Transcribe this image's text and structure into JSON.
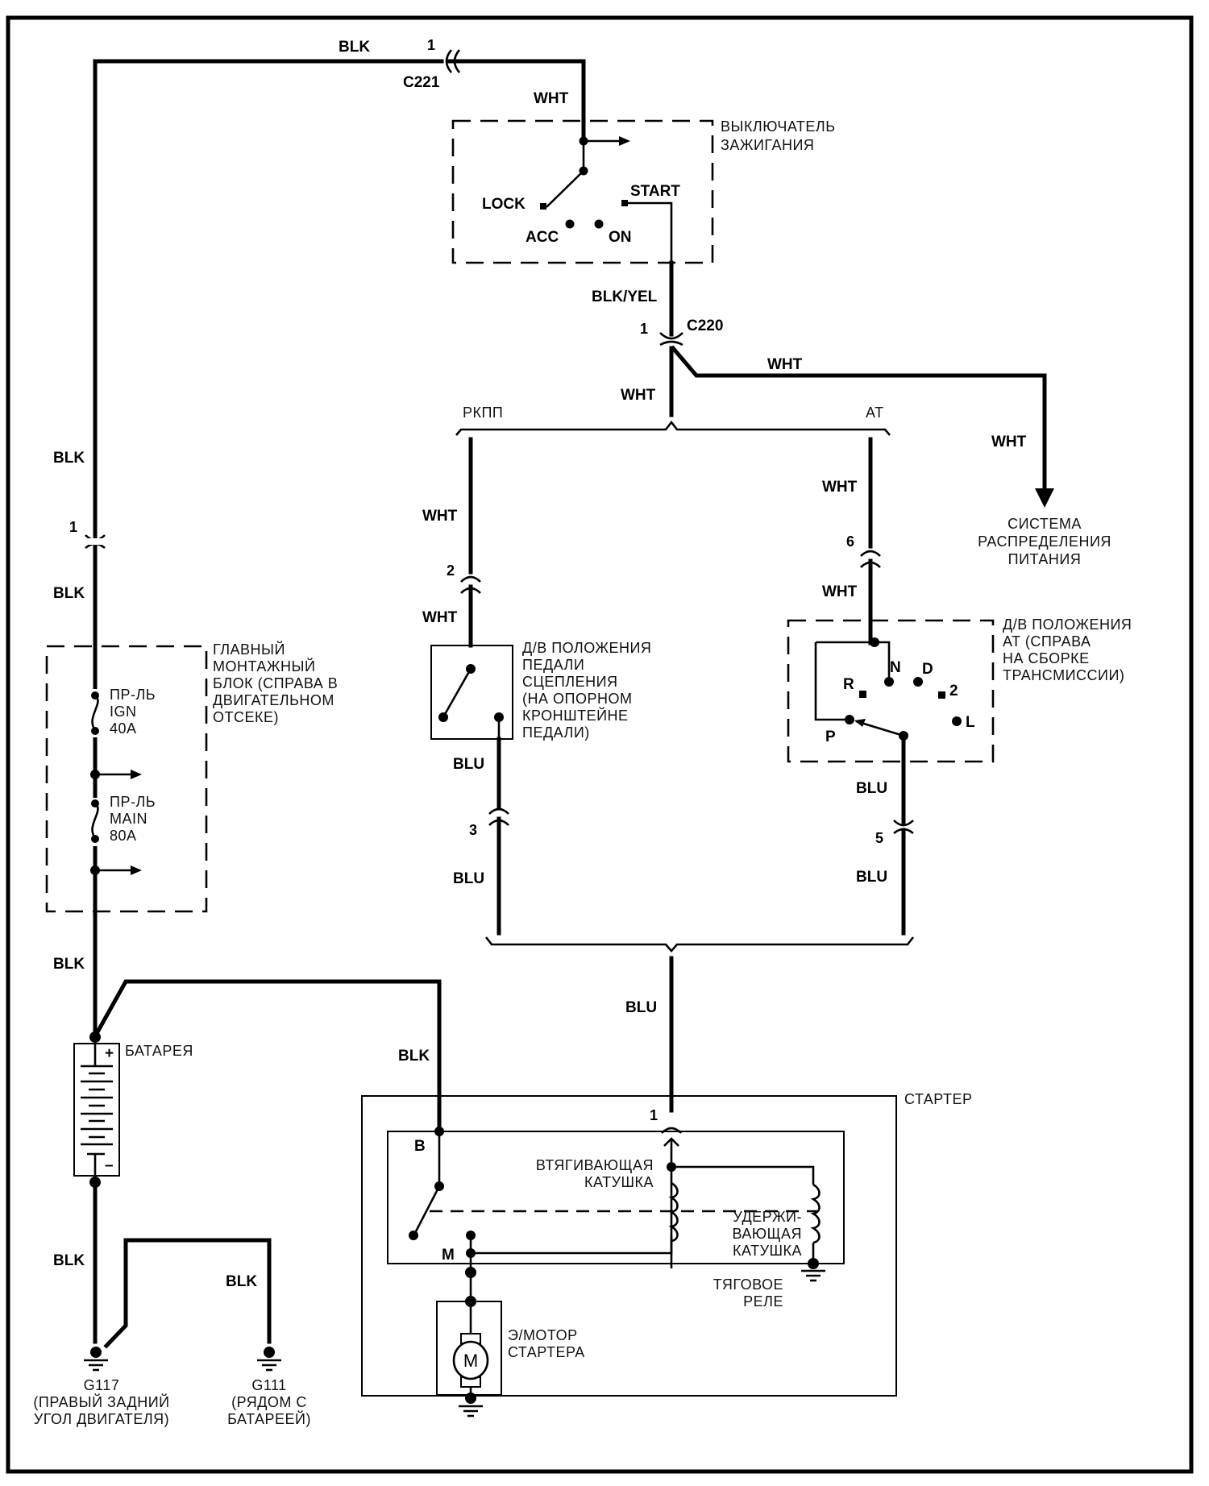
{
  "diagram": {
    "wire_colors": {
      "blk": "BLK",
      "wht": "WHT",
      "blk_yel": "BLK/YEL",
      "blu": "BLU"
    },
    "connectors": {
      "c221": {
        "name": "C221",
        "pin": "1"
      },
      "c220": {
        "name": "C220",
        "pin": "1"
      },
      "left_blk_pin": "1",
      "clutch_top_pin": "2",
      "clutch_bottom_pin": "3",
      "at_top_pin": "6",
      "at_bottom_pin": "5",
      "starter_pin": "1"
    },
    "ignition_switch": {
      "title_line1": "ВЫКЛЮЧАТЕЛЬ",
      "title_line2": "ЗАЖИГАНИЯ",
      "positions": {
        "lock": "LOCK",
        "acc": "ACC",
        "on": "ON",
        "start": "START"
      }
    },
    "branches": {
      "manual": "РКПП",
      "auto": "AT"
    },
    "power_distribution": {
      "line1": "СИСТЕМА",
      "line2": "РАСПРЕДЕЛЕНИЯ",
      "line3": "ПИТАНИЯ"
    },
    "clutch_switch": {
      "lines": [
        "Д/В ПОЛОЖЕНИЯ",
        "ПЕДАЛИ",
        "СЦЕПЛЕНИЯ",
        "(НА ОПОРНОМ",
        "КРОНШТЕЙНЕ",
        "ПЕДАЛИ)"
      ]
    },
    "at_switch": {
      "lines": [
        "Д/В ПОЛОЖЕНИЯ",
        "AT (СПРАВА",
        "НА СБОРКЕ",
        "ТРАНСМИССИИ)"
      ],
      "positions": {
        "p": "P",
        "r": "R",
        "n": "N",
        "d": "D",
        "two": "2",
        "l": "L"
      }
    },
    "fuse_block": {
      "lines": [
        "ГЛАВНЫЙ",
        "МОНТАЖНЫЙ",
        "БЛОК (СПРАВА В",
        "ДВИГАТЕЛЬНОМ",
        "ОТСЕКЕ)"
      ],
      "fuse_ign": [
        "ПР-ЛЬ",
        "IGN",
        "40A"
      ],
      "fuse_main": [
        "ПР-ЛЬ",
        "MAIN",
        "80A"
      ]
    },
    "battery": {
      "label": "БАТАРЕЯ",
      "plus": "+",
      "minus": "–"
    },
    "starter": {
      "label": "СТАРТЕР",
      "terminal_b": "B",
      "terminal_m": "M",
      "pull_in_coil": [
        "ВТЯГИВАЮЩАЯ",
        "КАТУШКА"
      ],
      "hold_coil": [
        "УДЕРЖИ-",
        "ВАЮЩАЯ",
        "КАТУШКА"
      ],
      "solenoid": [
        "ТЯГОВОЕ",
        "РЕЛЕ"
      ],
      "motor": [
        "Э/МОТОР",
        "СТАРТЕРА"
      ],
      "motor_symbol": "M"
    },
    "grounds": {
      "g117": [
        "G117",
        "(ПРАВЫЙ ЗАДНИЙ",
        "УГОЛ ДВИГАТЕЛЯ)"
      ],
      "g111": [
        "G111",
        "(РЯДОМ С",
        "БАТАРЕЕЙ)"
      ]
    }
  }
}
